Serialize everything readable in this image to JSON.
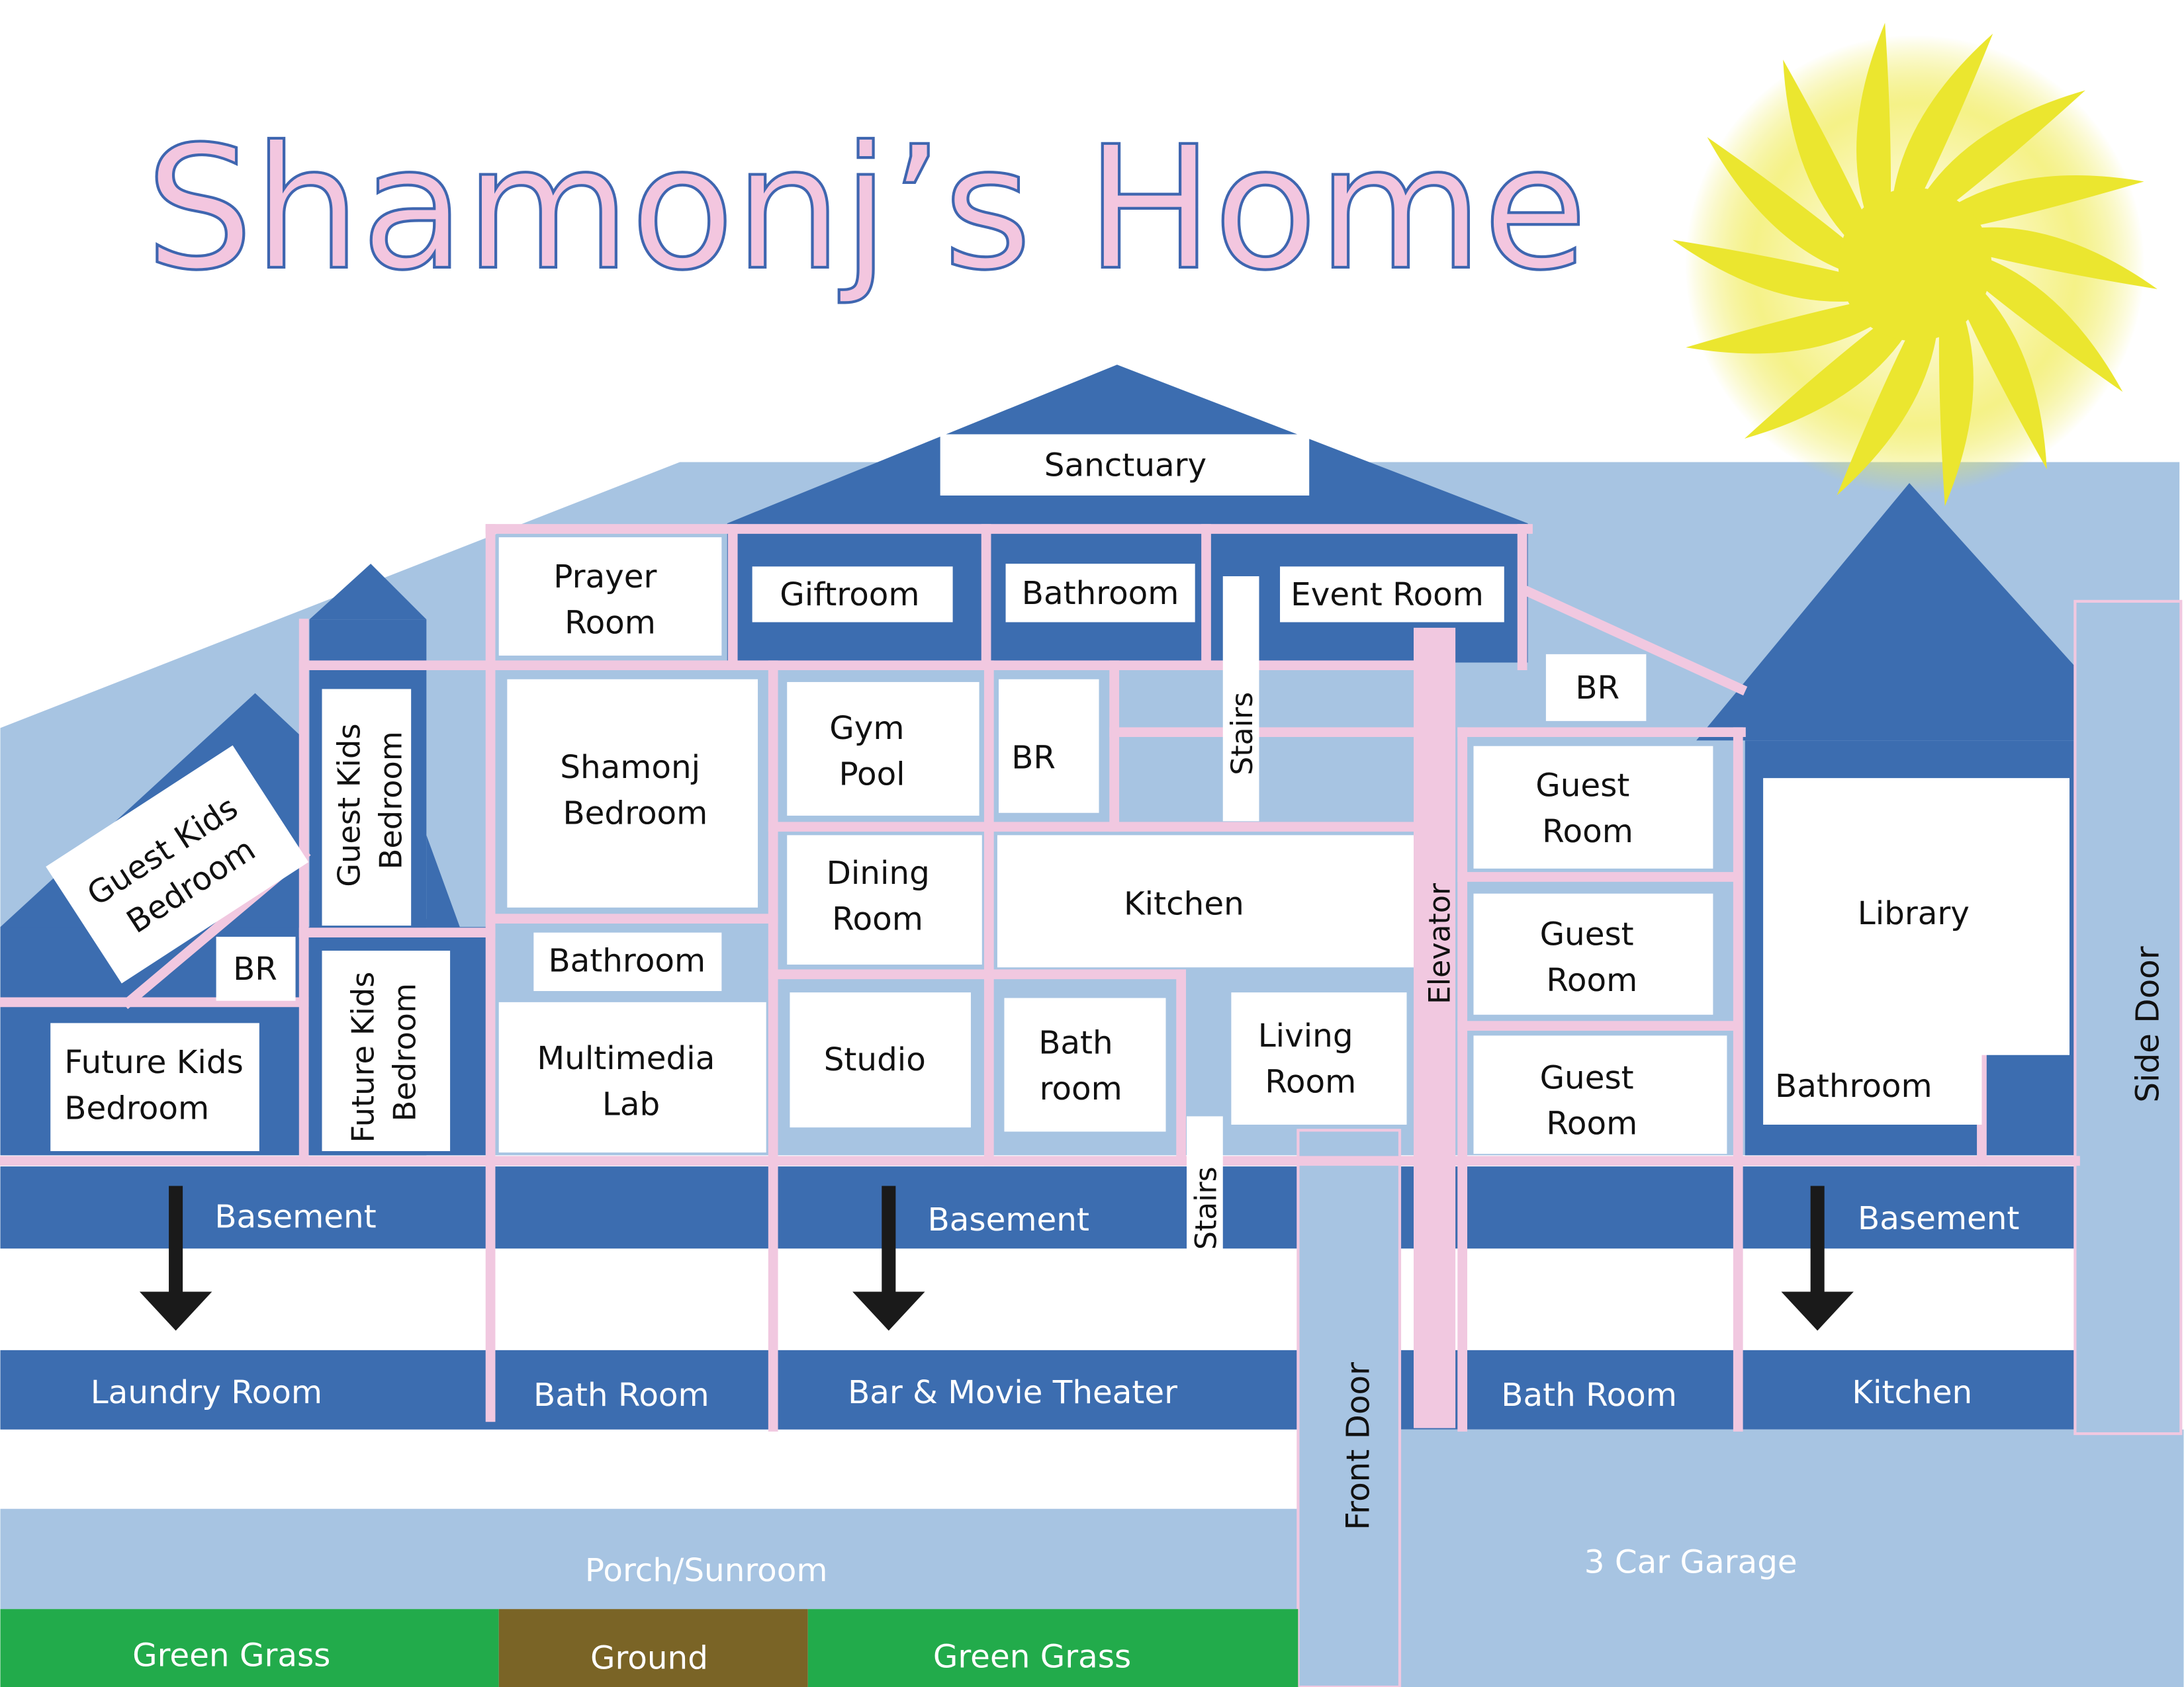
{
  "title": "Shamonj’s Home",
  "colors": {
    "title_fill": "#f3c6df",
    "title_stroke": "#3f66b0",
    "house_blue": "#3c6db0",
    "light_blue": "#a7c4e2",
    "pink_line": "#f1c8e0",
    "sun": "#ebe62f",
    "grass": "#22ab4b",
    "ground": "#7a6426",
    "arrow": "#1a1a1a"
  },
  "rooms": {
    "sanctuary": "Sanctuary",
    "prayer_room": [
      "Prayer",
      "Room"
    ],
    "giftroom": "Giftroom",
    "bathroom_top": "Bathroom",
    "event_room": "Event Room",
    "br_right": "BR",
    "br_center": "BR",
    "br_left": "BR",
    "guest_kids_bedroom_angled": [
      "Guest Kids",
      "Bedroom"
    ],
    "guest_kids_bedroom_vertical": [
      "Guest Kids",
      "Bedroom"
    ],
    "future_kids_bedroom_vertical": [
      "Future Kids",
      "Bedroom"
    ],
    "future_kids_bedroom": [
      "Future Kids",
      "Bedroom"
    ],
    "shamonj_bedroom": [
      "Shamonj",
      "Bedroom"
    ],
    "gym_pool": [
      "Gym",
      "Pool"
    ],
    "dining_room": [
      "Dining",
      "Room"
    ],
    "kitchen_main": "Kitchen",
    "bathroom_mid": "Bathroom",
    "multimedia_lab": [
      "Multimedia",
      "Lab"
    ],
    "studio": "Studio",
    "bath_room_mid": [
      "Bath",
      "room"
    ],
    "living_room": [
      "Living",
      "Room"
    ],
    "stairs_upper": "Stairs",
    "stairs_lower": "Stairs",
    "elevator": "Elevator",
    "guest_room_1": [
      "Guest",
      "Room"
    ],
    "guest_room_2": [
      "Guest",
      "Room"
    ],
    "guest_room_3": [
      "Guest",
      "Room"
    ],
    "library": "Library",
    "bathroom_library": "Bathroom",
    "side_door": "Side Door",
    "front_door": "Front Door",
    "basement_left": "Basement",
    "basement_center": "Basement",
    "basement_right": "Basement",
    "laundry_room": "Laundry Room",
    "bath_room_lower_left": "Bath Room",
    "bar_movie_theater": "Bar & Movie Theater",
    "bath_room_lower_right": "Bath Room",
    "kitchen_lower": "Kitchen",
    "porch_sunroom": "Porch/Sunroom",
    "car_garage": "3 Car Garage",
    "green_grass_left": "Green Grass",
    "ground": "Ground",
    "green_grass_right": "Green Grass"
  }
}
